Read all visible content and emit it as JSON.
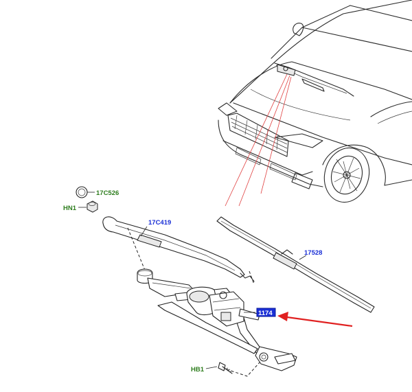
{
  "labels": {
    "part_17C526": {
      "text": "17C526",
      "color": "#2e7d1e"
    },
    "part_HN1": {
      "text": "HN1",
      "color": "#2e7d1e"
    },
    "part_17C419": {
      "text": "17C419",
      "color": "#1a2fd6"
    },
    "part_17528": {
      "text": "17528",
      "color": "#1a2fd6"
    },
    "part_1174": {
      "text": "1174",
      "color": "#1a2fd6"
    },
    "part_HB1": {
      "text": "HB1",
      "color": "#2e7d1e"
    }
  },
  "colors": {
    "highlight_box": "#1a2fd6",
    "pointer_arrow": "#e02020",
    "callout_lines": "#e04040"
  },
  "highlighted_part": "1174",
  "icons": [
    "red-pointer-arrow"
  ]
}
